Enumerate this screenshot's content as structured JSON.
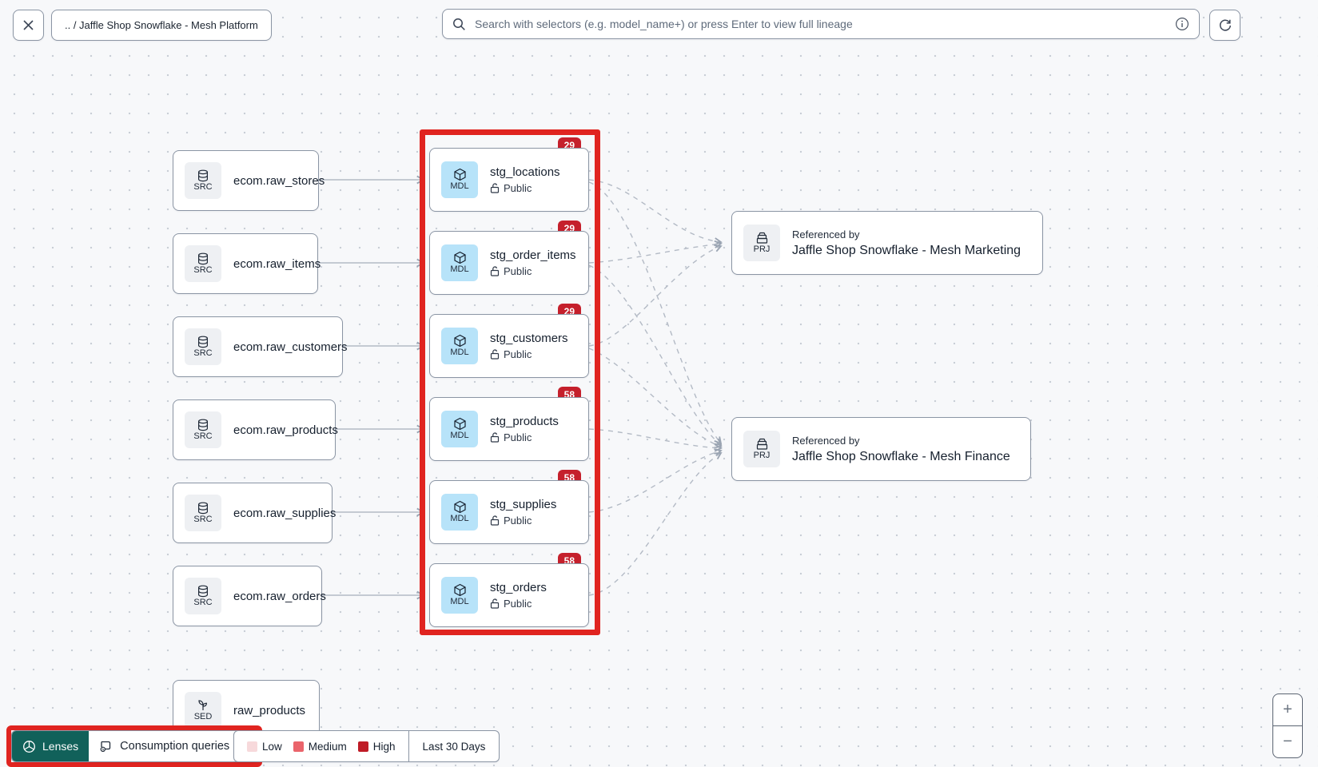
{
  "topbar": {
    "breadcrumb": ".. / Jaffle Shop Snowflake - Mesh Platform",
    "search_placeholder": "Search with selectors (e.g. model_name+) or press Enter to view full lineage"
  },
  "graph": {
    "sources": [
      {
        "badge": "SRC",
        "label": "ecom.raw_stores"
      },
      {
        "badge": "SRC",
        "label": "ecom.raw_items"
      },
      {
        "badge": "SRC",
        "label": "ecom.raw_customers"
      },
      {
        "badge": "SRC",
        "label": "ecom.raw_products"
      },
      {
        "badge": "SRC",
        "label": "ecom.raw_supplies"
      },
      {
        "badge": "SRC",
        "label": "ecom.raw_orders"
      }
    ],
    "seed": {
      "badge": "SED",
      "label": "raw_products"
    },
    "models": [
      {
        "badge": "MDL",
        "name": "stg_locations",
        "access": "Public",
        "count": "29"
      },
      {
        "badge": "MDL",
        "name": "stg_order_items",
        "access": "Public",
        "count": "29"
      },
      {
        "badge": "MDL",
        "name": "stg_customers",
        "access": "Public",
        "count": "29"
      },
      {
        "badge": "MDL",
        "name": "stg_products",
        "access": "Public",
        "count": "58"
      },
      {
        "badge": "MDL",
        "name": "stg_supplies",
        "access": "Public",
        "count": "58"
      },
      {
        "badge": "MDL",
        "name": "stg_orders",
        "access": "Public",
        "count": "58"
      }
    ],
    "projects": [
      {
        "badge": "PRJ",
        "kicker": "Referenced by",
        "name": "Jaffle Shop Snowflake - Mesh Marketing"
      },
      {
        "badge": "PRJ",
        "kicker": "Referenced by",
        "name": "Jaffle Shop Snowflake - Mesh Finance"
      }
    ]
  },
  "lenses": {
    "button": "Lenses",
    "selected": "Consumption queries"
  },
  "legend": {
    "items": [
      {
        "label": "Low",
        "color": "#f7d9db"
      },
      {
        "label": "Medium",
        "color": "#ea646b"
      },
      {
        "label": "High",
        "color": "#bf1b26"
      }
    ],
    "range": "Last 30 Days"
  },
  "zoom_controls": {
    "zoom_in": "+",
    "zoom_out": "−"
  },
  "colors": {
    "highlight_red": "#e02420",
    "badge_red": "#c5202c",
    "lenses_teal": "#11615a",
    "model_icon_blue": "#b7e3f9",
    "edge_gray": "#b3bac5"
  }
}
